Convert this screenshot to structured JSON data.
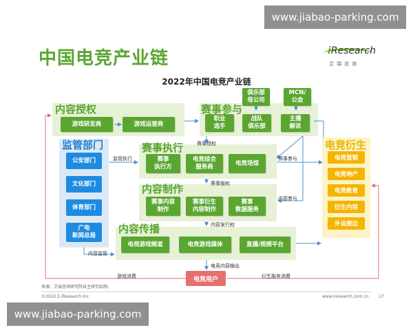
{
  "watermark": "www.jiabao-parking.com",
  "title": "中国电竞产业链",
  "logo": {
    "name": "iResearch",
    "i": "i",
    "rest": "Research",
    "cn": "艾瑞咨询"
  },
  "subtitle": "2022年中国电竞产业链",
  "sections": {
    "content_license": "内容授权",
    "event_participation": "赛事参与",
    "regulators": "监管部门",
    "event_execution": "赛事执行",
    "content_production": "内容制作",
    "content_distribution": "内容传播",
    "derivatives": "电竞衍生"
  },
  "content_license_items": [
    "游戏研发商",
    "游戏运营商"
  ],
  "event_participation_top": [
    "俱乐部\n母公司",
    "MCN/\n公会"
  ],
  "event_participation_items": [
    "职业\n选手",
    "战队\n俱乐部",
    "主播\n解说"
  ],
  "regulator_items": [
    "公安部门",
    "文化部门",
    "体育部门",
    "广电\n新闻总局"
  ],
  "event_execution_items": [
    "赛事\n执行方",
    "电竞综合\n服务商",
    "电竞场馆"
  ],
  "content_production_items": [
    "赛事内容\n制作",
    "赛事衍生\n内容制作",
    "赛事\n数据服务"
  ],
  "content_distribution_items": [
    "电视游戏频道",
    "电竞游戏媒体",
    "直播/视频平台"
  ],
  "derivative_items": [
    "电竞营销",
    "电竞地产",
    "电竞教育",
    "衍生内容",
    "外设周边"
  ],
  "end_user": "电竞用户",
  "flow_labels": {
    "event_license": "赛事授权",
    "supervise_exec": "监管执行",
    "event_participate": "赛事参与",
    "event_copyright": "赛事版权",
    "content_participate": "内容参与",
    "content_distribution_right": "内容发行权",
    "content_supervise": "内容监管",
    "content_output": "电竞内容输出",
    "game_consumption": "游戏消费",
    "derivative_consumption": "衍生服务消费"
  },
  "footer": {
    "source": "来源：艾瑞咨询研究院自主研究绘制。",
    "copyright": "©2022.5 iResearch Inc.",
    "site": "www.iresearch.com.cn",
    "page": "17"
  }
}
